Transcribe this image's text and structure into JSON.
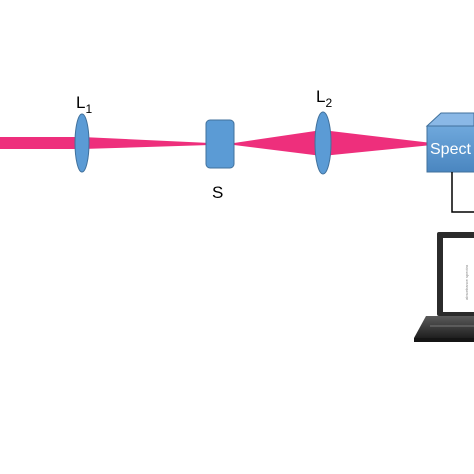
{
  "labels": {
    "lens1": {
      "main": "L",
      "sub": "1"
    },
    "lens2": {
      "main": "L",
      "sub": "2"
    },
    "sample": "S",
    "spectrometer": "Spect"
  },
  "colors": {
    "beam": "#ee2f7c",
    "component_fill": "#5b9bd5",
    "component_stroke": "#41719c",
    "laptop_body": "#3a3a3a",
    "cable": "#000000"
  },
  "laptop_screen_text": "absorbance spectra"
}
